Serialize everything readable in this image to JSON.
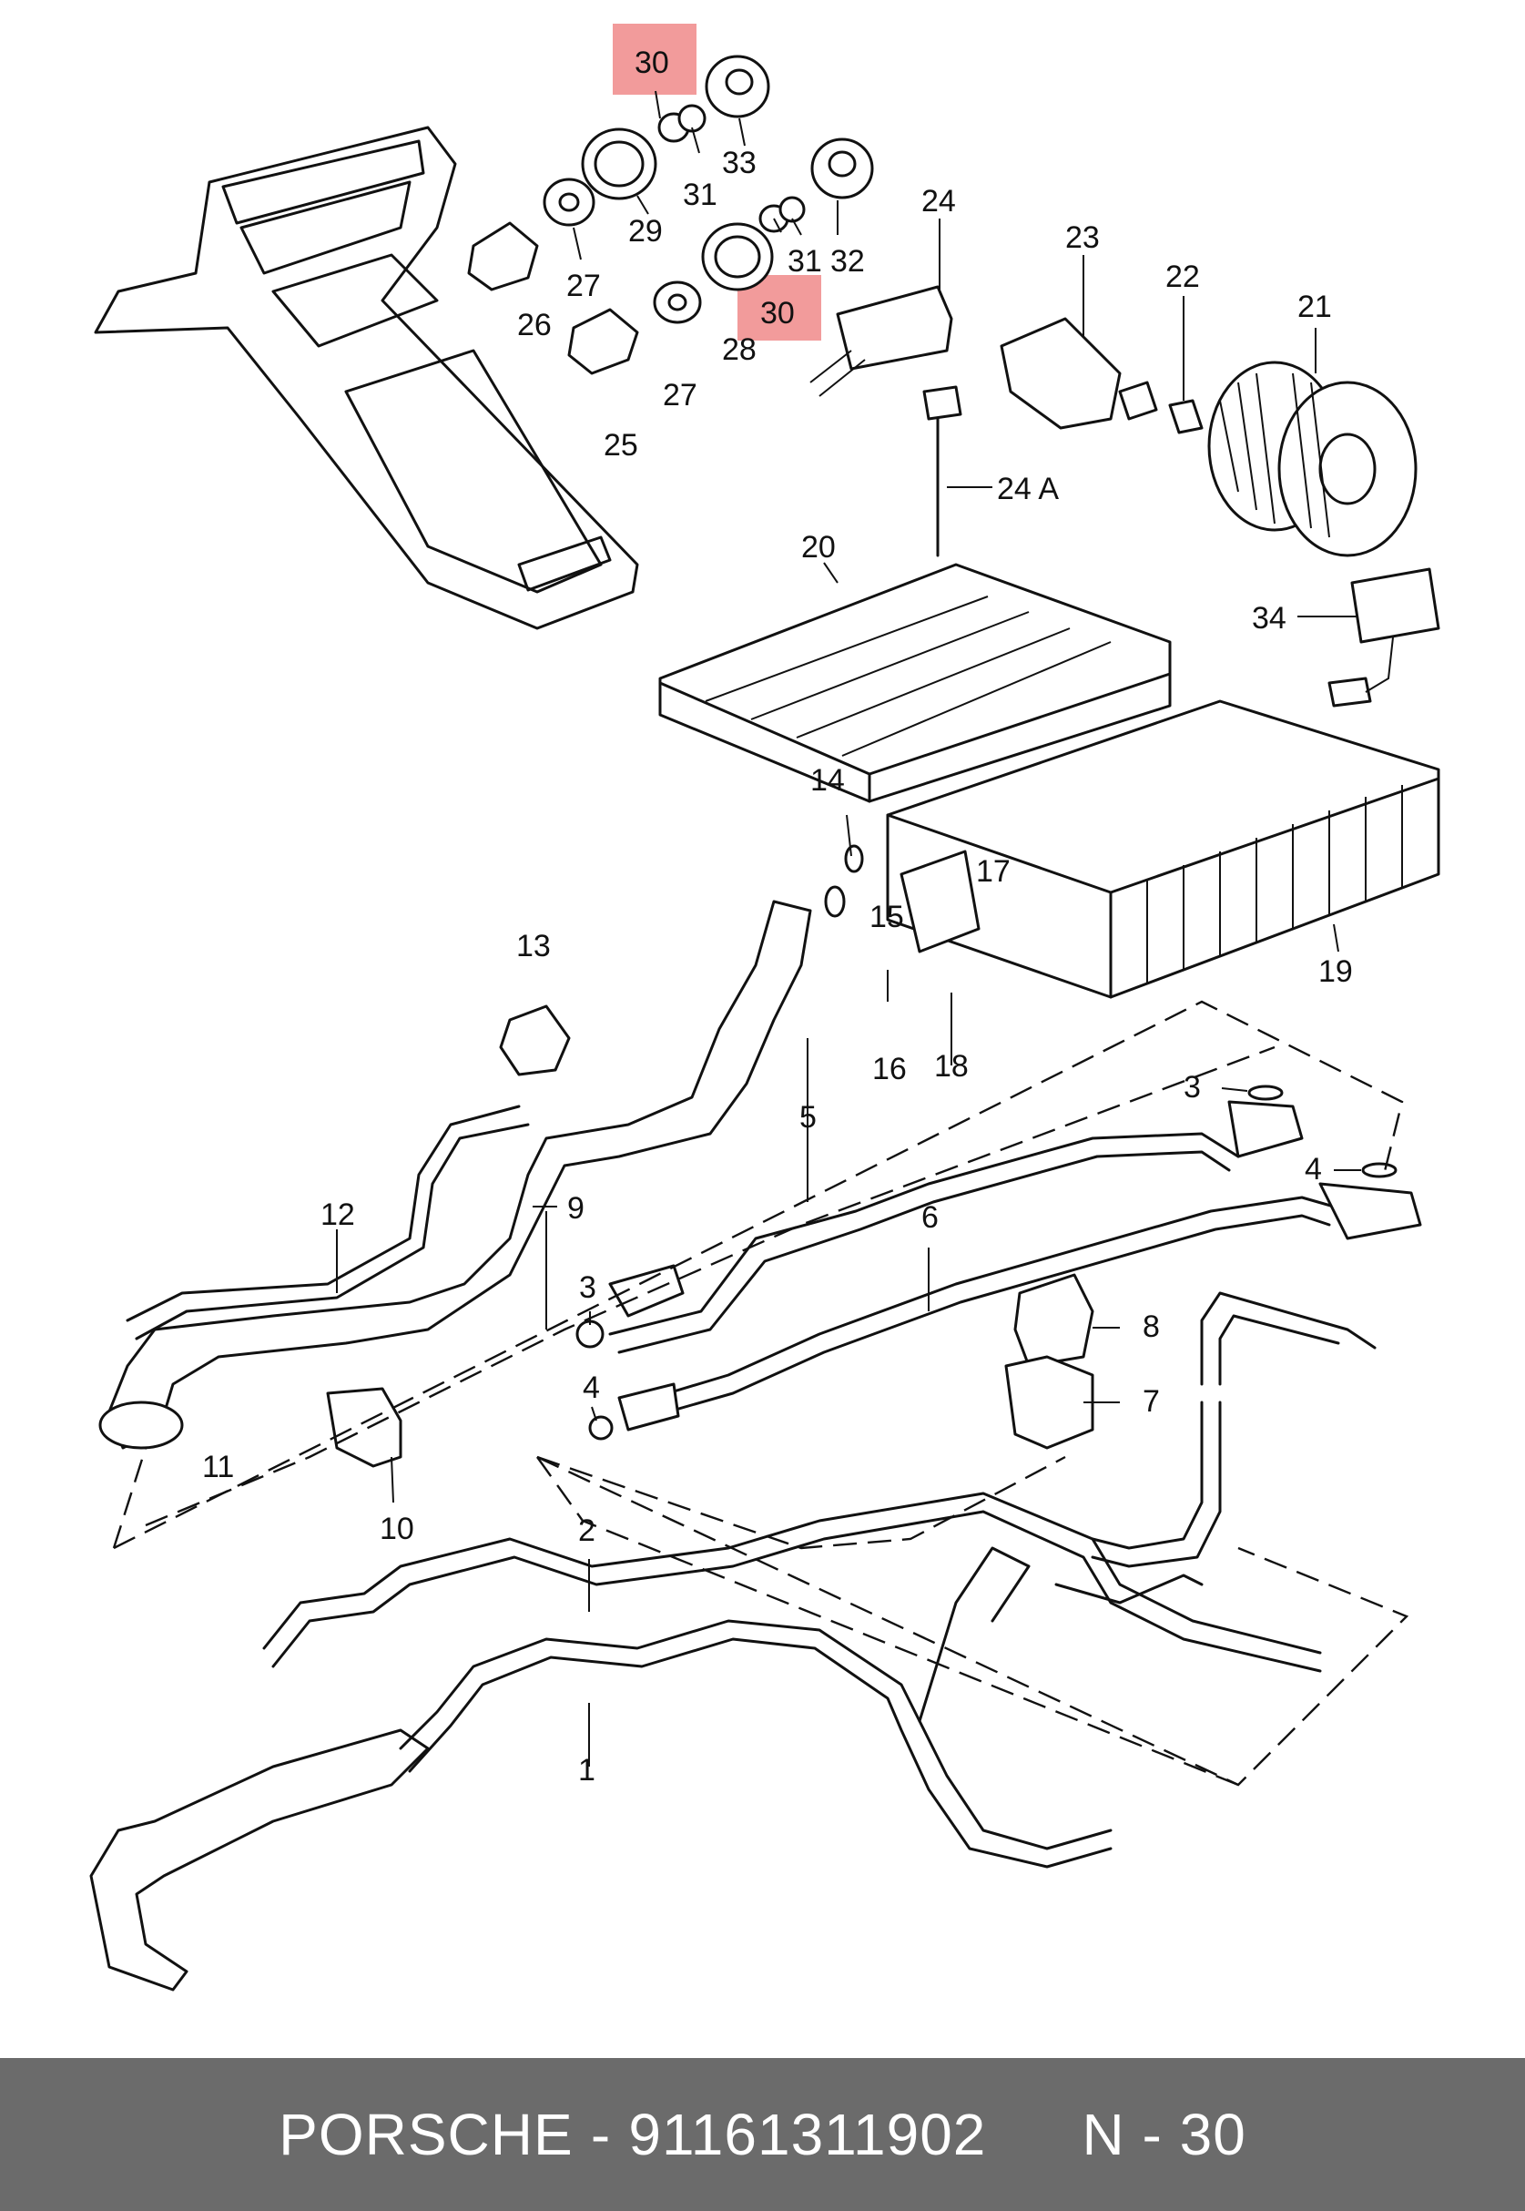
{
  "diagram": {
    "labels": {
      "l1": "1",
      "l2": "2",
      "l3a": "3",
      "l3b": "3",
      "l4a": "4",
      "l4b": "4",
      "l5": "5",
      "l6": "6",
      "l7": "7",
      "l8": "8",
      "l9": "9",
      "l10": "10",
      "l11": "11",
      "l12": "12",
      "l13": "13",
      "l14": "14",
      "l15": "15",
      "l16": "16",
      "l17": "17",
      "l18": "18",
      "l19": "19",
      "l20": "20",
      "l21": "21",
      "l22": "22",
      "l23": "23",
      "l24": "24",
      "l24a": "24 A",
      "l25": "25",
      "l26": "26",
      "l27a": "27",
      "l27b": "27",
      "l28": "28",
      "l29": "29",
      "l30a": "30",
      "l30b": "30",
      "l31a": "31",
      "l31b": "31",
      "l32": "32",
      "l33": "33",
      "l34": "34"
    },
    "highlight_color": "#f08a8a"
  },
  "footer": {
    "brand": "PORSCHE",
    "separator": "-",
    "part_number": "91161311902",
    "ref": "N - 30",
    "background": "#6b6b6b"
  }
}
